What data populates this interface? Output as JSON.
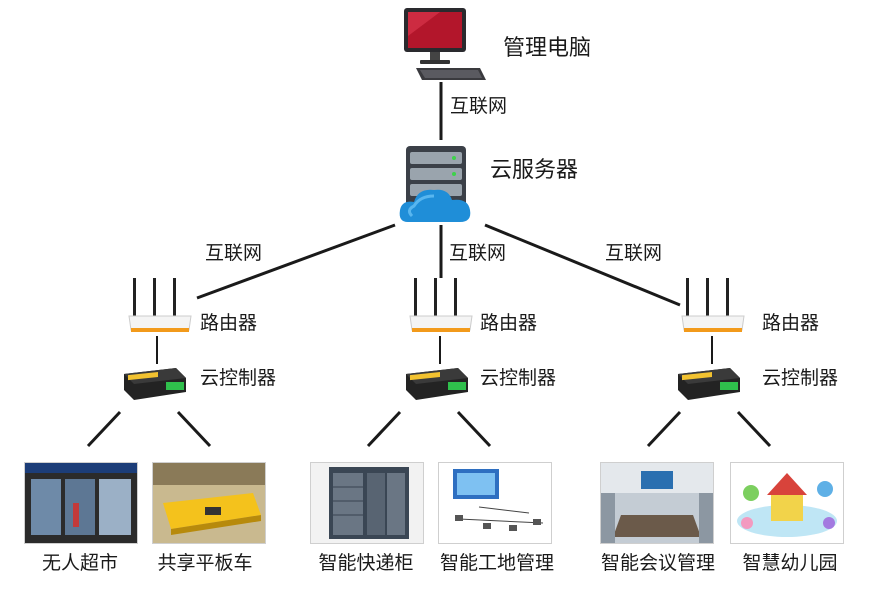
{
  "top": {
    "computer_label": "管理电脑",
    "internet_label_top": "互联网",
    "server_label": "云服务器"
  },
  "links": {
    "internet_left": "互联网",
    "internet_mid": "互联网",
    "internet_right": "互联网"
  },
  "branches": [
    {
      "router_label": "路由器",
      "controller_label": "云控制器",
      "scenes": [
        "无人超市",
        "共享平板车"
      ]
    },
    {
      "router_label": "路由器",
      "controller_label": "云控制器",
      "scenes": [
        "智能快递柜",
        "智能工地管理"
      ]
    },
    {
      "router_label": "路由器",
      "controller_label": "云控制器",
      "scenes": [
        "智能会议管理",
        "智慧幼儿园"
      ]
    }
  ]
}
